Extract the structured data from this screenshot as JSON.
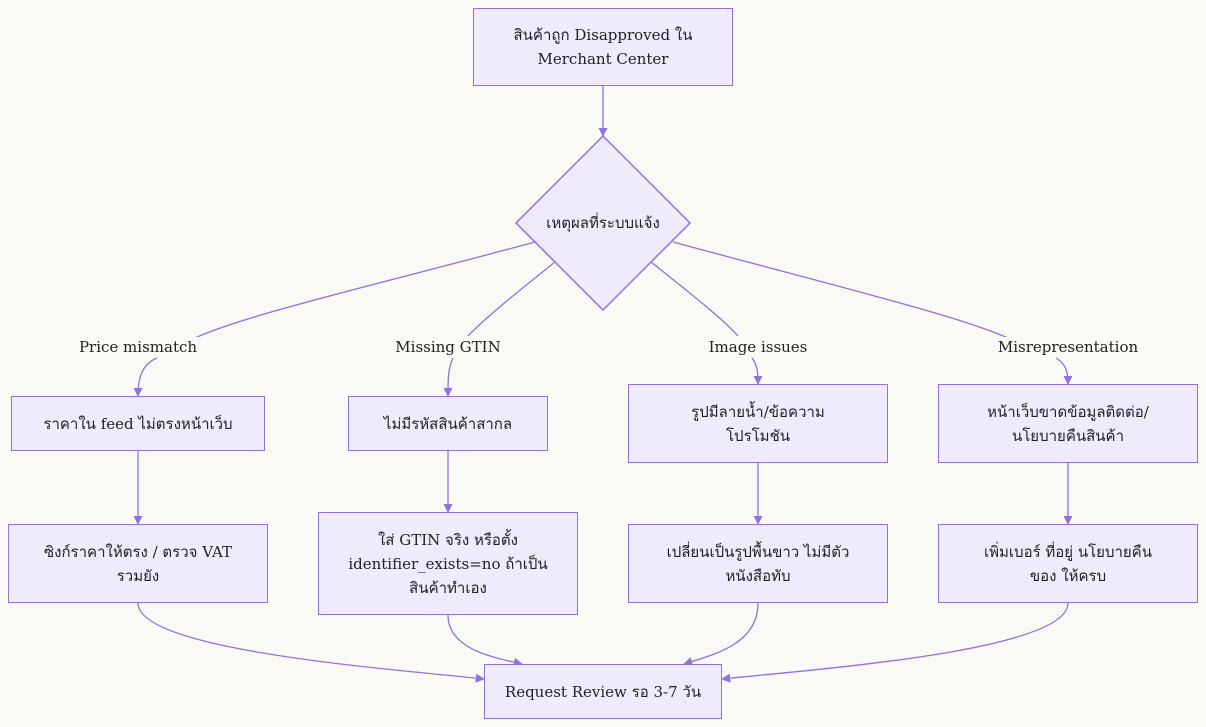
{
  "diagram": {
    "start": "สินค้าถูก Disapproved ใน\nMerchant Center",
    "decision": "เหตุผลที่ระบบแจ้ง",
    "branches": [
      {
        "label": "Price mismatch",
        "cause": "ราคาใน feed ไม่ตรงหน้าเว็บ",
        "fix": "ซิงก์ราคาให้ตรง / ตรวจ VAT\nรวมยัง"
      },
      {
        "label": "Missing GTIN",
        "cause": "ไม่มีรหัสสินค้าสากล",
        "fix": "ใส่ GTIN จริง หรือตั้ง\nidentifier_exists=no ถ้าเป็น\nสินค้าทำเอง"
      },
      {
        "label": "Image issues",
        "cause": "รูปมีลายน้ำ/ข้อความ\nโปรโมชัน",
        "fix": "เปลี่ยนเป็นรูปพื้นขาว ไม่มีตัว\nหนังสือทับ"
      },
      {
        "label": "Misrepresentation",
        "cause": "หน้าเว็บขาดข้อมูลติดต่อ/\nนโยบายคืนสินค้า",
        "fix": "เพิ่มเบอร์ ที่อยู่ นโยบายคืน\nของ ให้ครบ"
      }
    ],
    "end": "Request Review รอ 3-7 วัน"
  },
  "colors": {
    "node_fill": "#efeafc",
    "node_stroke": "#9370db",
    "edge": "#9370db",
    "background": "#f9f9f6"
  }
}
